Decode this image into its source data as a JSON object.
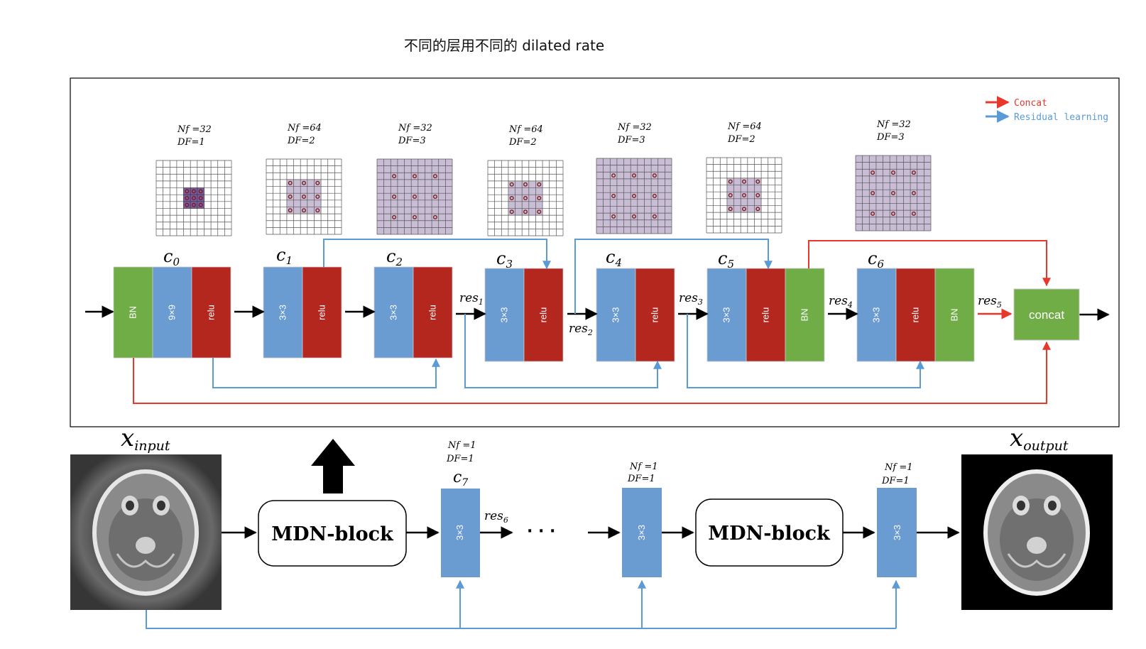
{
  "title": "不同的层用不同的 dilated rate",
  "legend": {
    "concat": "Concat",
    "residual": "Residual learning",
    "concat_color": "#e8372b",
    "residual_color": "#5b9bd5"
  },
  "colors": {
    "bn": "#70ad47",
    "conv": "#6a9bd1",
    "relu": "#b4271e",
    "grid_fill": "#c9bdd6",
    "dot": "#7a1b1b",
    "dot_ring": "#4a2f7a"
  },
  "grids": [
    {
      "nf": "Nf =32",
      "df": "DF=1"
    },
    {
      "nf": "Nf =64",
      "df": "DF=2"
    },
    {
      "nf": "Nf =32",
      "df": "DF=3"
    },
    {
      "nf": "Nf =64",
      "df": "DF=2"
    },
    {
      "nf": "Nf =32",
      "df": "DF=3"
    },
    {
      "nf": "Nf =64",
      "df": "DF=2"
    },
    {
      "nf": "Nf =32",
      "df": "DF=3"
    }
  ],
  "blocks": {
    "c0": {
      "name": "c",
      "sub": "0",
      "bn": "BN",
      "conv": "9×9",
      "relu": "relu"
    },
    "c1": {
      "name": "c",
      "sub": "1",
      "conv": "3×3",
      "relu": "relu"
    },
    "c2": {
      "name": "c",
      "sub": "2",
      "conv": "3×3",
      "relu": "relu"
    },
    "c3": {
      "name": "c",
      "sub": "3",
      "conv": "3×3",
      "relu": "relu"
    },
    "c4": {
      "name": "c",
      "sub": "4",
      "conv": "3×3",
      "relu": "relu"
    },
    "c5": {
      "name": "c",
      "sub": "5",
      "conv": "3×3",
      "relu": "relu",
      "bn": "BN"
    },
    "c6": {
      "name": "c",
      "sub": "6",
      "conv": "3×3",
      "relu": "relu",
      "bn": "BN"
    }
  },
  "res_labels": {
    "res1": {
      "base": "res",
      "sub": "1"
    },
    "res2": {
      "base": "res",
      "sub": "2"
    },
    "res3": {
      "base": "res",
      "sub": "3"
    },
    "res4": {
      "base": "res",
      "sub": "4"
    },
    "res5": {
      "base": "res",
      "sub": "5"
    },
    "res6": {
      "base": "res",
      "sub": "6"
    }
  },
  "concat_label": "concat",
  "bottom": {
    "input": {
      "base": "x",
      "sub": "input"
    },
    "output": {
      "base": "x",
      "sub": "output"
    },
    "mdn1": "MDN-block",
    "mdn2": "MDN-block",
    "c7": {
      "name": "c",
      "sub": "7",
      "conv": "3×3",
      "nf": "Nf =1",
      "df": "DF=1"
    },
    "mid_conv": {
      "conv": "3×3",
      "nf": "Nf =1",
      "df": "DF=1"
    },
    "last_conv": {
      "conv": "3×3",
      "nf": "Nf =1",
      "df": "DF=1"
    },
    "dots": "· · ·"
  }
}
